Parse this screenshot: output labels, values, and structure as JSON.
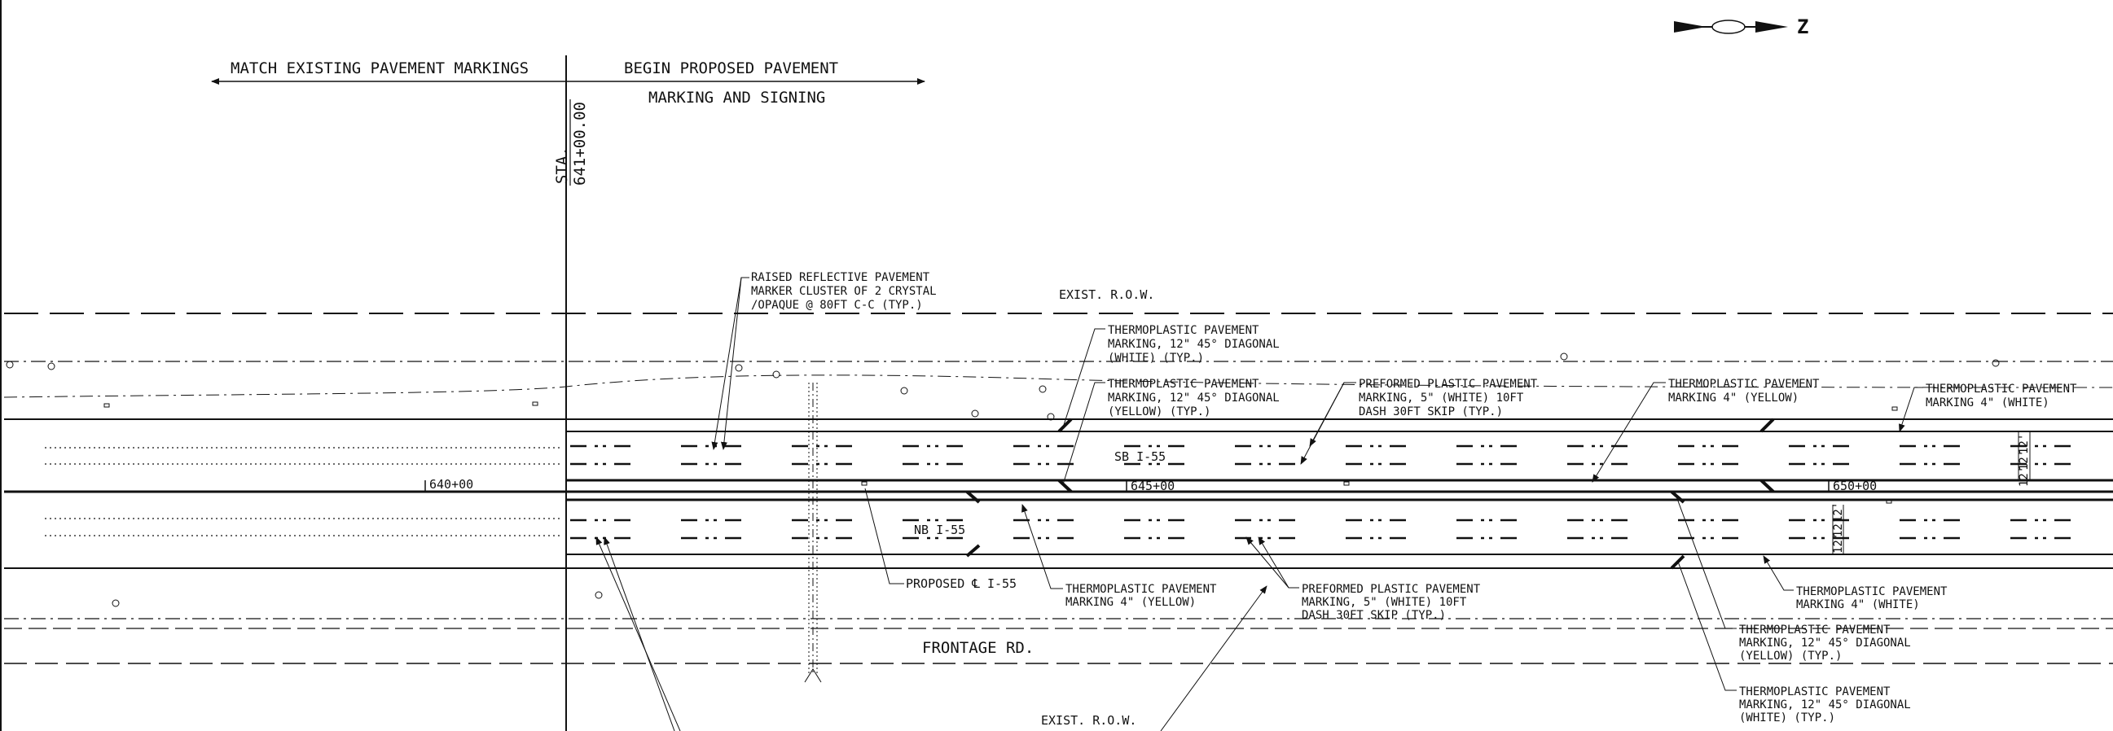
{
  "north_arrow": {
    "letter": "Z"
  },
  "headers": {
    "match_existing": "MATCH EXISTING PAVEMENT MARKINGS",
    "begin_proposed": "BEGIN PROPOSED PAVEMENT",
    "marking_signing": "MARKING AND SIGNING"
  },
  "station_callout": {
    "prefix": "STA.",
    "value": "641+00.00"
  },
  "station_ticks": [
    "640+00",
    "645+00",
    "650+00"
  ],
  "roadway_labels": {
    "sb": "SB I-55",
    "nb": "NB I-55",
    "frontage": "FRONTAGE RD.",
    "row_top": "EXIST. R.O.W.",
    "row_bottom": "EXIST. R.O.W.",
    "proposed_cl": "PROPOSED ℄ I-55"
  },
  "lane_widths": {
    "sb": [
      "12'",
      "12'",
      "12'"
    ],
    "nb": [
      "12'",
      "12'",
      "12'"
    ]
  },
  "callouts": {
    "rrpm": [
      "RAISED REFLECTIVE PAVEMENT",
      "MARKER CLUSTER OF 2 CRYSTAL",
      "/OPAQUE @ 80FT C-C (TYP.)"
    ],
    "diag_white_top": [
      "THERMOPLASTIC PAVEMENT",
      "MARKING, 12\" 45° DIAGONAL",
      "(WHITE) (TYP.)"
    ],
    "diag_yellow_top": [
      "THERMOPLASTIC PAVEMENT",
      "MARKING, 12\" 45° DIAGONAL",
      "(YELLOW) (TYP.)"
    ],
    "preformed_top": [
      "PREFORMED PLASTIC PAVEMENT",
      "MARKING, 5\" (WHITE) 10FT",
      "DASH 30FT SKIP (TYP.)"
    ],
    "yellow_4_top": [
      "THERMOPLASTIC PAVEMENT",
      "MARKING 4\" (YELLOW)"
    ],
    "white_4_top": [
      "THERMOPLASTIC PAVEMENT",
      "MARKING 4\" (WHITE)"
    ],
    "yellow_4_bottom": [
      "THERMOPLASTIC PAVEMENT",
      "MARKING 4\" (YELLOW)"
    ],
    "preformed_bottom": [
      "PREFORMED PLASTIC PAVEMENT",
      "MARKING, 5\" (WHITE) 10FT",
      "DASH 30FT SKIP (TYP.)"
    ],
    "white_4_bottom": [
      "THERMOPLASTIC PAVEMENT",
      "MARKING 4\" (WHITE)"
    ],
    "diag_yellow_bottom": [
      "THERMOPLASTIC PAVEMENT",
      "MARKING, 12\" 45° DIAGONAL",
      "(YELLOW) (TYP.)"
    ],
    "diag_white_bottom": [
      "THERMOPLASTIC PAVEMENT",
      "MARKING, 12\" 45° DIAGONAL",
      "(WHITE) (TYP.)"
    ]
  }
}
